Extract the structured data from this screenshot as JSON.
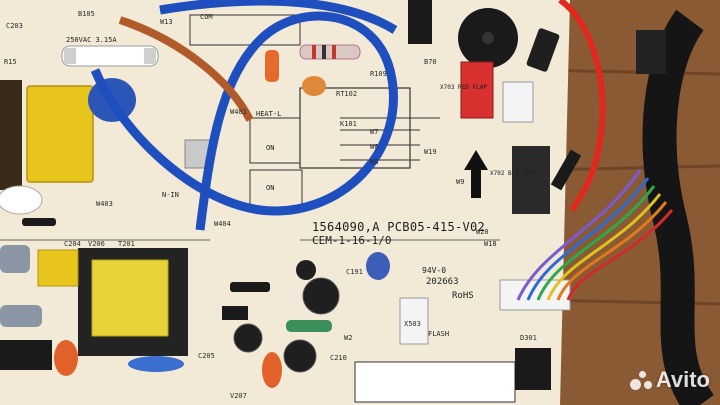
{
  "photo": {
    "subject": "pcb-control-board",
    "colors": {
      "board": "#f2ead7",
      "wood": "#8a5a34",
      "wire_blue": "#1f4fbf",
      "wire_red": "#e0281c",
      "transformer": "#e8d23a"
    }
  },
  "silkscreen": {
    "model_line": "1564090,A  PCB05-415-V02",
    "cem_line": "CEM-1-16-1/0",
    "batch": "202663",
    "rohs": "RoHS",
    "flash": "FLASH",
    "heat": "HEAT-L",
    "on_a": "ON",
    "on_b": "ON",
    "com": "COM",
    "fuse": "250VAC 3.15A",
    "red_flap": "X703 RED FLAP",
    "blk_flap": "X702 BLK FLAP",
    "n_in": "N-IN",
    "cert": "94V-0",
    "labels": [
      "B105",
      "W13",
      "K101",
      "W7",
      "W6",
      "W8",
      "W19",
      "W9",
      "R109",
      "RT102",
      "C203",
      "W20",
      "W18",
      "D301",
      "W2",
      "C210",
      "X503",
      "C191",
      "R15",
      "W403",
      "W401",
      "C204",
      "V206",
      "T201",
      "W404",
      "C205",
      "V207",
      "B70"
    ]
  },
  "watermark": {
    "brand": "Avito"
  }
}
